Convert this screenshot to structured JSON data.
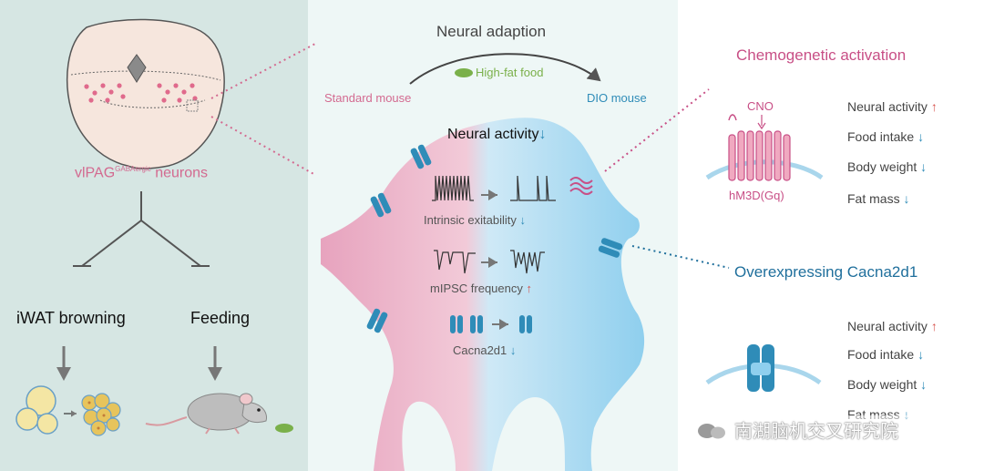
{
  "colors": {
    "left_bg": "#d6e6e3",
    "mid_bg": "#eef7f6",
    "pink": "#d36a90",
    "blue": "#2f8cb8",
    "dark_blue": "#1f5f86",
    "green": "#7ab04a",
    "red_arrow": "#d6504a"
  },
  "left": {
    "region_label": "vlPAG",
    "region_superscript": "GABAergic",
    "region_suffix": "neurons",
    "outcome_1": "iWAT browning",
    "outcome_2": "Feeding"
  },
  "middle": {
    "title": "Neural adaption",
    "food_label": "High-fat food",
    "from_label": "Standard mouse",
    "to_label": "DIO mouse",
    "neural_activity_label": "Neural activity",
    "measures": [
      {
        "label": "Intrinsic exitability",
        "arrow": "↓"
      },
      {
        "label": "mIPSC frequency",
        "arrow": "↑"
      },
      {
        "label": "Cacna2d1",
        "arrow": "↓"
      }
    ],
    "neural_activity_arrow": "↓"
  },
  "right": {
    "chemo_title": "Chemogenetic activation",
    "cno_label": "CNO",
    "receptor_label": "hM3D(Gq)",
    "chemo_effects": [
      {
        "label": "Neural activity",
        "arrow": "↑"
      },
      {
        "label": "Food intake",
        "arrow": "↓"
      },
      {
        "label": "Body weight",
        "arrow": "↓"
      },
      {
        "label": "Fat mass",
        "arrow": "↓"
      }
    ],
    "overexp_title": "Overexpressing Cacna2d1",
    "overexp_effects": [
      {
        "label": "Neural activity",
        "arrow": "↑"
      },
      {
        "label": "Food intake",
        "arrow": "↓"
      },
      {
        "label": "Body weight",
        "arrow": "↓"
      },
      {
        "label": "Fat mass",
        "arrow": "↓"
      }
    ]
  },
  "watermark": "南湖脑机交叉研究院"
}
